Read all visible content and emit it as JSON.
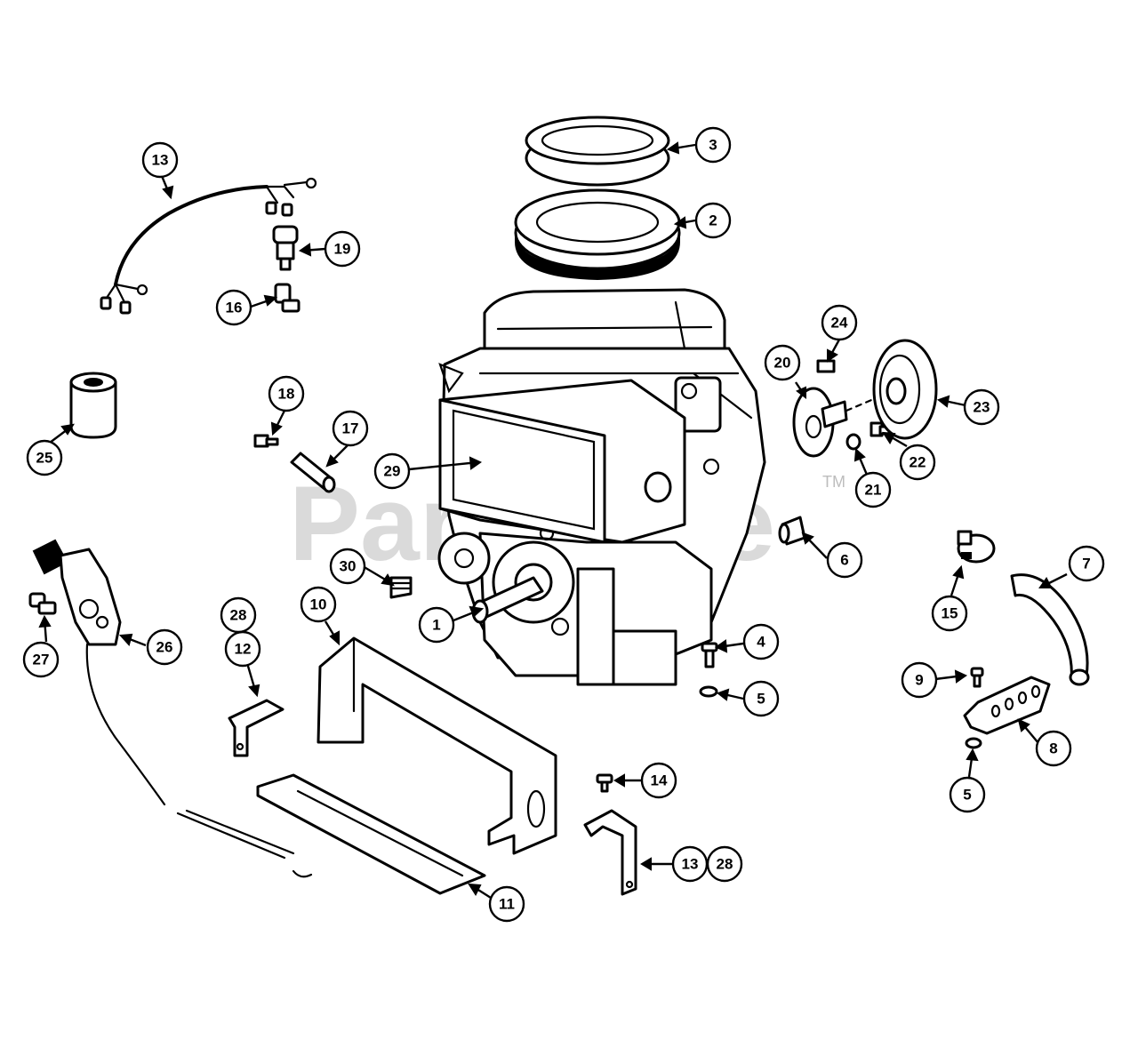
{
  "watermark": {
    "text": "PartsTree",
    "trademark": "TM"
  },
  "callouts": [
    {
      "id": "c1",
      "label": "1"
    },
    {
      "id": "c2",
      "label": "2"
    },
    {
      "id": "c3",
      "label": "3"
    },
    {
      "id": "c4",
      "label": "4"
    },
    {
      "id": "c5a",
      "label": "5"
    },
    {
      "id": "c5b",
      "label": "5"
    },
    {
      "id": "c6",
      "label": "6"
    },
    {
      "id": "c7",
      "label": "7"
    },
    {
      "id": "c8",
      "label": "8"
    },
    {
      "id": "c9",
      "label": "9"
    },
    {
      "id": "c10",
      "label": "10"
    },
    {
      "id": "c11",
      "label": "11"
    },
    {
      "id": "c12",
      "label": "12"
    },
    {
      "id": "c13a",
      "label": "13"
    },
    {
      "id": "c13b",
      "label": "13"
    },
    {
      "id": "c14",
      "label": "14"
    },
    {
      "id": "c15",
      "label": "15"
    },
    {
      "id": "c16",
      "label": "16"
    },
    {
      "id": "c17",
      "label": "17"
    },
    {
      "id": "c18",
      "label": "18"
    },
    {
      "id": "c19",
      "label": "19"
    },
    {
      "id": "c20",
      "label": "20"
    },
    {
      "id": "c21",
      "label": "21"
    },
    {
      "id": "c22",
      "label": "22"
    },
    {
      "id": "c23",
      "label": "23"
    },
    {
      "id": "c24",
      "label": "24"
    },
    {
      "id": "c25",
      "label": "25"
    },
    {
      "id": "c26",
      "label": "26"
    },
    {
      "id": "c27",
      "label": "27"
    },
    {
      "id": "c28a",
      "label": "28"
    },
    {
      "id": "c28b",
      "label": "28"
    },
    {
      "id": "c29",
      "label": "29"
    },
    {
      "id": "c30",
      "label": "30"
    }
  ]
}
